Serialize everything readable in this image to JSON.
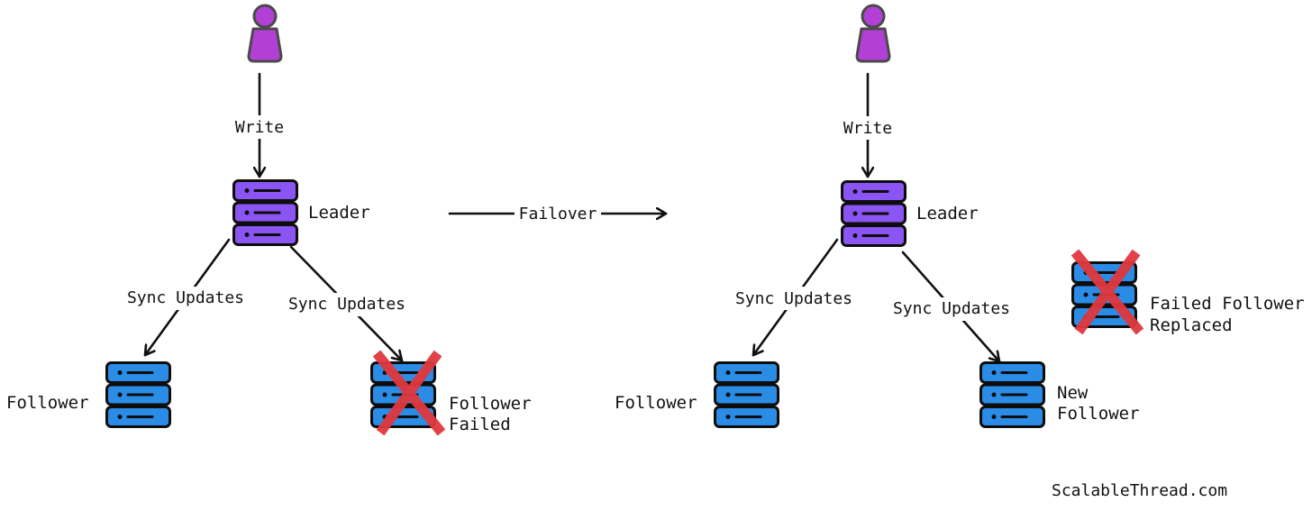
{
  "colors": {
    "user": "#b340d6",
    "leader": "#8a55f2",
    "follower": "#2b8ce6",
    "failed_mark": "#e0383e",
    "outline": "#0d0d0d",
    "stroke": "#111111"
  },
  "icons": {
    "user": "person-icon",
    "server": "server-stack-icon",
    "failed": "x-mark-icon"
  },
  "left": {
    "write_label": "Write",
    "leader_label": "Leader",
    "sync_left_label": "Sync Updates",
    "sync_right_label": "Sync Updates",
    "follower_label": "Follower",
    "failed_line1": "Follower",
    "failed_line2": "Failed"
  },
  "transition": {
    "label": "Failover"
  },
  "right": {
    "write_label": "Write",
    "leader_label": "Leader",
    "sync_left_label": "Sync Updates",
    "sync_right_label": "Sync Updates",
    "follower_label": "Follower",
    "new_line1": "New",
    "new_line2": "Follower",
    "replaced_line1": "Failed Follower",
    "replaced_line2": "Replaced"
  },
  "watermark": "ScalableThread.com"
}
